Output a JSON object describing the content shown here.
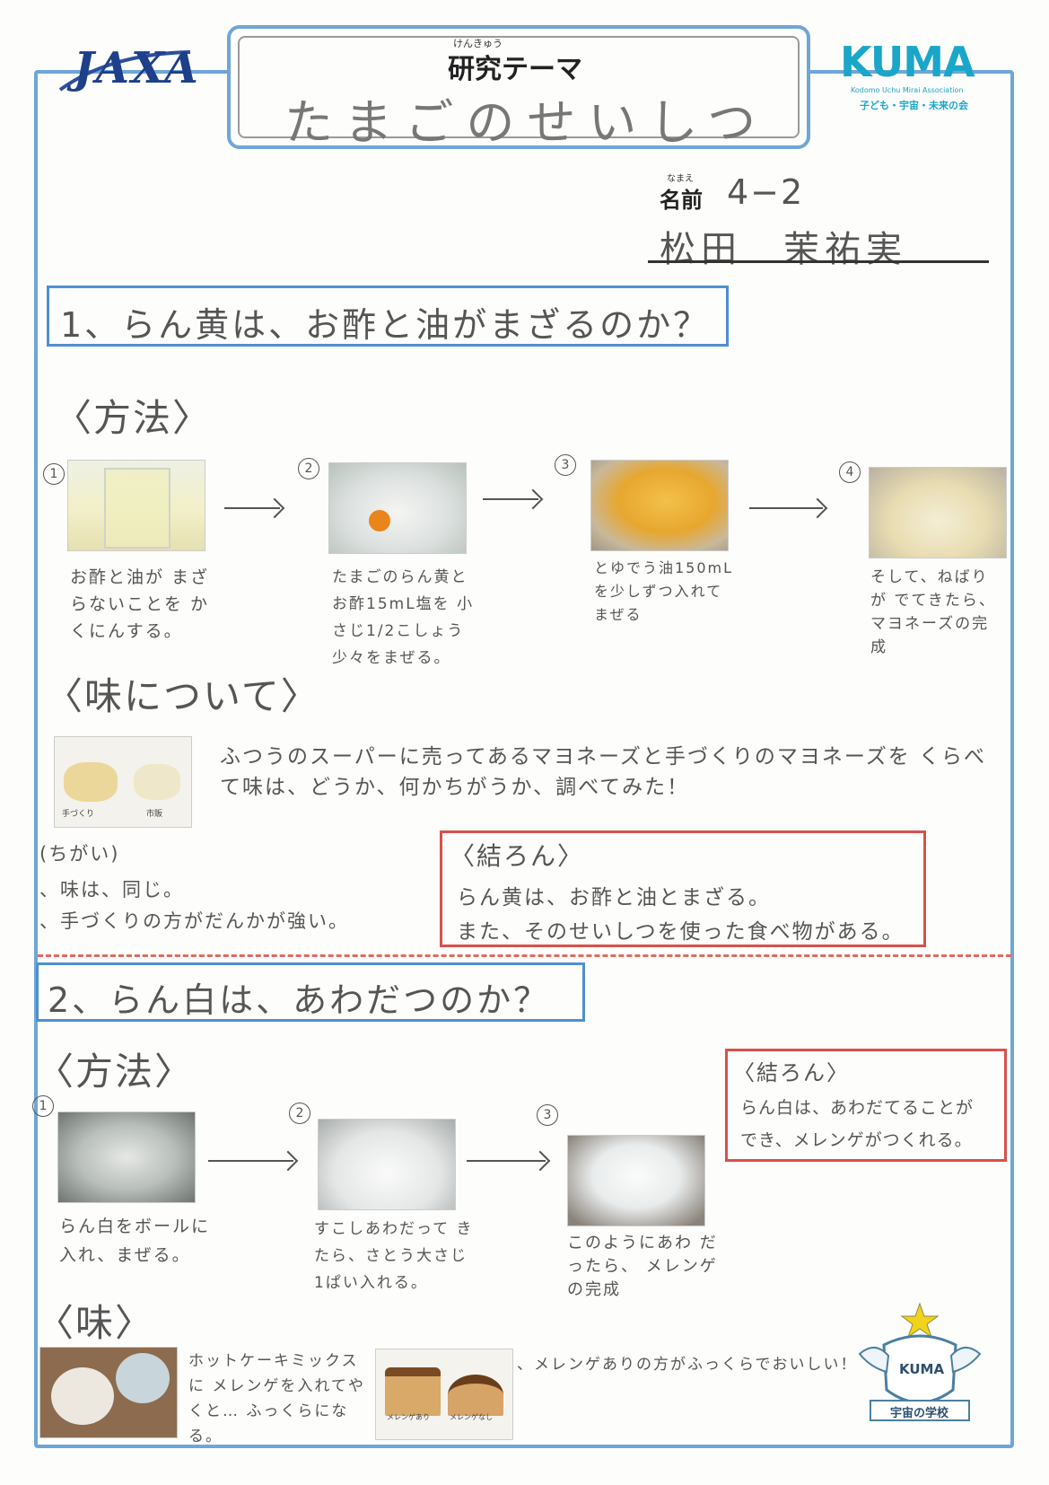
{
  "header": {
    "logo_left": "JAXA",
    "theme_ruby": "けんきゅう",
    "theme_label": "研究テーマ",
    "theme_title": "たまごのせいしつ",
    "logo_right": "KUMA",
    "logo_right_sub": "Kodomo Uchu Mirai Association",
    "logo_right_jp": "子ども・宇宙・未来の会"
  },
  "name_block": {
    "ruby": "なまえ",
    "label": "名前",
    "class": "4−2",
    "name": "松田　茉祐実"
  },
  "section1": {
    "title": "1、らん黄は、お酢と油がまざるのか？",
    "method_heading": "〈方法〉",
    "steps": [
      {
        "num": "1",
        "text": "お酢と油が まざらないことを かくにんする。"
      },
      {
        "num": "2",
        "text": "たまごのらん黄と お酢15mL塩を 小さじ1/2こしょう 少々をまぜる。"
      },
      {
        "num": "3",
        "text": "とゆでう油150mL を少しずつ入れて まぜる"
      },
      {
        "num": "4",
        "text": "そして、ねばりが でてきたら、 マヨネーズの完成"
      }
    ],
    "taste_heading": "〈味について〉",
    "photo_labels": [
      "手づくり",
      "市販"
    ],
    "taste_text": "ふつうのスーパーに売ってあるマヨネーズと手づくりのマヨネーズを くらべて味は、どうか、何かちがうか、調べてみた！",
    "diff_heading": "(ちがい)",
    "diff_items": [
      "、味は、同じ。",
      "、手づくりの方がだんかが強い。"
    ],
    "conclusion_heading": "〈結ろん〉",
    "conclusion_lines": [
      "らん黄は、お酢と油とまざる。",
      "また、そのせいしつを使った食べ物がある。"
    ]
  },
  "section2": {
    "title": "2、らん白は、あわだつのか？",
    "method_heading": "〈方法〉",
    "steps": [
      {
        "num": "1",
        "text": "らん白をボールに 入れ、まぜる。"
      },
      {
        "num": "2",
        "text": "すこしあわだって きたら、さとう大さじ 1ぱい入れる。"
      },
      {
        "num": "3",
        "text": "このようにあわ だったら、 メレンゲの完成"
      }
    ],
    "conclusion_heading": "〈結ろん〉",
    "conclusion_lines": [
      "らん白は、あわだてることが",
      "でき、メレンゲがつくれる。"
    ],
    "taste_heading": "〈味〉",
    "taste_text1": "ホットケーキミックスに メレンゲを入れてやくと… ふっくらになる。",
    "photo_labels": [
      "メレンゲあり",
      "メレンゲなし"
    ],
    "taste_text2": "、メレンゲありの方がふっくらでおいしい！"
  },
  "badge": {
    "top": "KUMA",
    "bottom": "宇宙の学校"
  },
  "colors": {
    "frame": "#6fa6d6",
    "blue_box": "#4f8fd0",
    "red_box": "#d8504a"
  }
}
